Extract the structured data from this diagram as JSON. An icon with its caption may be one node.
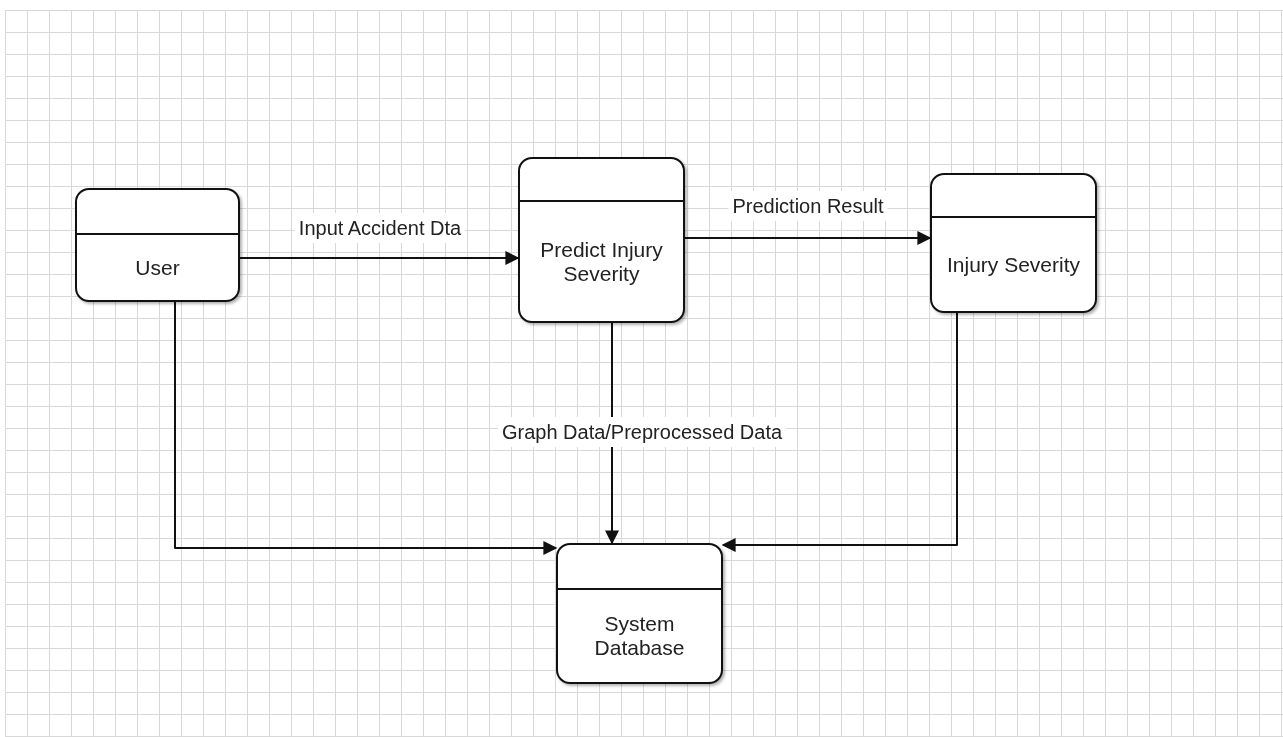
{
  "diagram": {
    "nodes": [
      {
        "text": [
          "User"
        ]
      },
      {
        "text": [
          "Predict Injury Severity"
        ]
      },
      {
        "text": [
          "Injury Severity"
        ]
      },
      {
        "text": [
          "System Database"
        ]
      }
    ],
    "edges": [
      {
        "from": 0,
        "to": 1,
        "arrow": "to",
        "label": "Input Accident Dta"
      },
      {
        "from": 1,
        "to": 2,
        "arrow": "to",
        "label": "Prediction Result"
      },
      {
        "from": 1,
        "to": 3,
        "arrow": "to",
        "label": "Graph Data/Preprocessed Data"
      },
      {
        "from": 0,
        "to": 3,
        "arrow": "to"
      },
      {
        "from": 2,
        "to": 3,
        "arrow": "to"
      }
    ]
  }
}
